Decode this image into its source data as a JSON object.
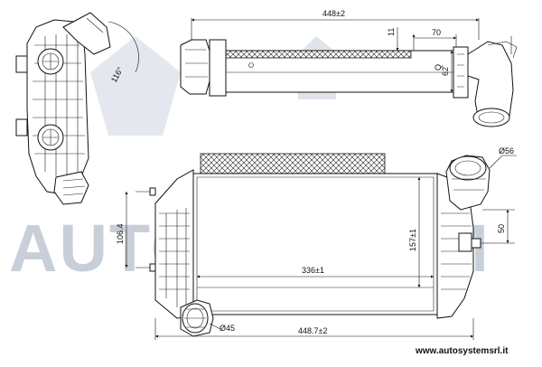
{
  "watermark": "AUTOSYSTEM",
  "website": "www.autosystemsrl.it",
  "dimensions": {
    "top_length": "448±2",
    "top_depth": "11",
    "top_offset": "70",
    "top_height": "62",
    "side_angle": "116°",
    "core_width": "336±1",
    "total_length": "448.7±2",
    "core_height": "157±1",
    "left_height": "106.4",
    "right_outlet_offset": "50",
    "outlet_diameter": "Ø56",
    "inlet_diameter": "Ø45"
  }
}
